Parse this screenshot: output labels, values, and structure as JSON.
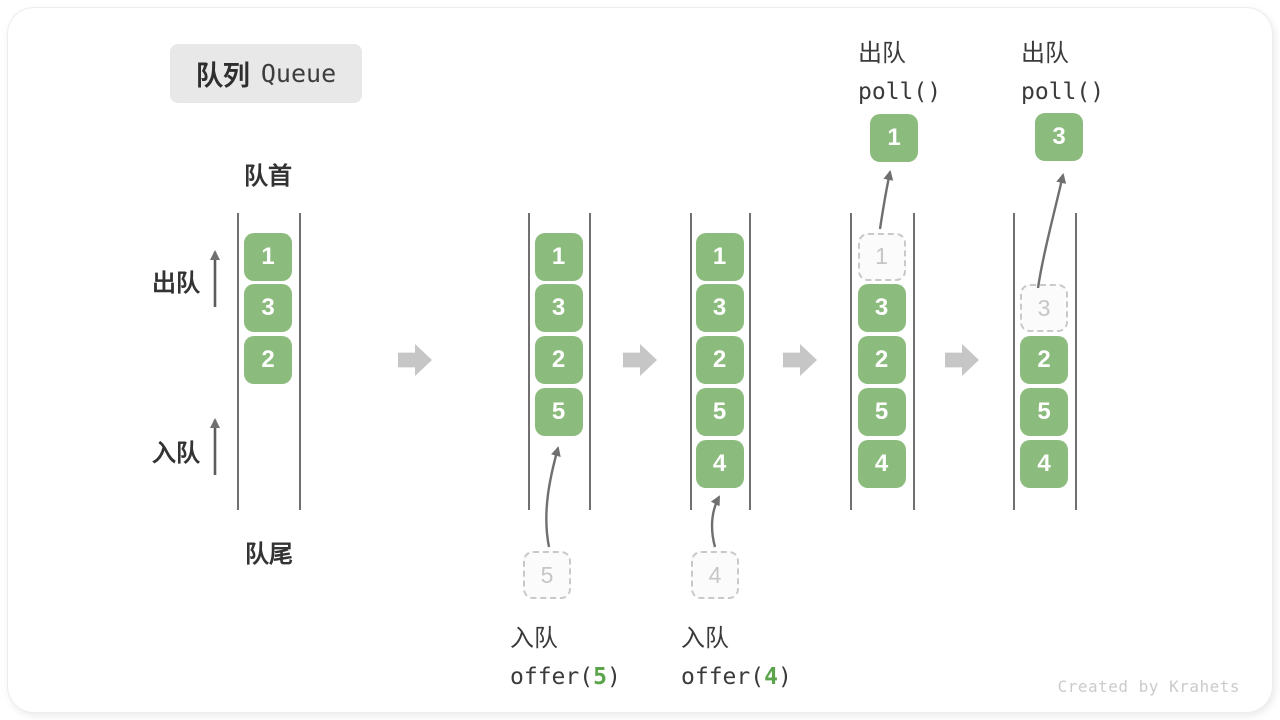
{
  "title": {
    "badge_zh": "队列",
    "badge_en": "Queue"
  },
  "labels": {
    "front": "队首",
    "rear": "队尾",
    "dequeue_side": "出队",
    "enqueue_side": "入队"
  },
  "watermark": "Created by Krahets",
  "colors": {
    "cell_green": "#8cbc7d",
    "code_arg_green": "#5ba44c",
    "block_arrow_gray": "#c6c6c6",
    "line_gray": "#707070",
    "curve_arrow_gray": "#6f6f6f",
    "ghost_border": "#c9c9c9",
    "ghost_text": "#c6c6c6",
    "badge_bg": "#e8e8e8",
    "label_dark": "#333333"
  },
  "stages": [
    {
      "name": "initial",
      "cells": [
        {
          "slot": 0,
          "value": "1",
          "state": "filled"
        },
        {
          "slot": 1,
          "value": "3",
          "state": "filled"
        },
        {
          "slot": 2,
          "value": "2",
          "state": "filled"
        }
      ]
    },
    {
      "name": "after-offer-5",
      "cells": [
        {
          "slot": 0,
          "value": "1",
          "state": "filled"
        },
        {
          "slot": 1,
          "value": "3",
          "state": "filled"
        },
        {
          "slot": 2,
          "value": "2",
          "state": "filled"
        },
        {
          "slot": 3,
          "value": "5",
          "state": "filled"
        }
      ],
      "op": {
        "kind": "enqueue",
        "zh": "入队",
        "code_pre": "offer(",
        "code_arg": "5",
        "code_post": ")",
        "staged_value": "5"
      }
    },
    {
      "name": "after-offer-4",
      "cells": [
        {
          "slot": 0,
          "value": "1",
          "state": "filled"
        },
        {
          "slot": 1,
          "value": "3",
          "state": "filled"
        },
        {
          "slot": 2,
          "value": "2",
          "state": "filled"
        },
        {
          "slot": 3,
          "value": "5",
          "state": "filled"
        },
        {
          "slot": 4,
          "value": "4",
          "state": "filled"
        }
      ],
      "op": {
        "kind": "enqueue",
        "zh": "入队",
        "code_pre": "offer(",
        "code_arg": "4",
        "code_post": ")",
        "staged_value": "4"
      }
    },
    {
      "name": "after-poll-1",
      "cells": [
        {
          "slot": 0,
          "value": "1",
          "state": "ghost"
        },
        {
          "slot": 1,
          "value": "3",
          "state": "filled"
        },
        {
          "slot": 2,
          "value": "2",
          "state": "filled"
        },
        {
          "slot": 3,
          "value": "5",
          "state": "filled"
        },
        {
          "slot": 4,
          "value": "4",
          "state": "filled"
        }
      ],
      "op": {
        "kind": "dequeue",
        "zh": "出队",
        "code_pre": "poll()",
        "code_arg": "",
        "code_post": "",
        "popped_value": "1"
      }
    },
    {
      "name": "after-poll-3",
      "cells": [
        {
          "slot": 1,
          "value": "3",
          "state": "ghost"
        },
        {
          "slot": 2,
          "value": "2",
          "state": "filled"
        },
        {
          "slot": 3,
          "value": "5",
          "state": "filled"
        },
        {
          "slot": 4,
          "value": "4",
          "state": "filled"
        }
      ],
      "op": {
        "kind": "dequeue",
        "zh": "出队",
        "code_pre": "poll()",
        "code_arg": "",
        "code_post": "",
        "popped_value": "3"
      }
    }
  ]
}
